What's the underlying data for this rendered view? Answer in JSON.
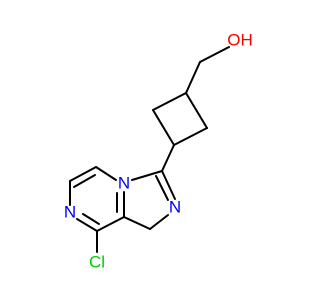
{
  "molecule": {
    "atoms": [
      {
        "id": "O1",
        "label": "OH",
        "color": "#ff0000"
      },
      {
        "id": "N_ring_im",
        "label": "N",
        "color": "#0000ff"
      },
      {
        "id": "N_bridge",
        "label": "N",
        "color": "#0000ff"
      },
      {
        "id": "N_pyrazine",
        "label": "N",
        "color": "#0000ff"
      },
      {
        "id": "Cl1",
        "label": "Cl",
        "color": "#00cc00"
      }
    ],
    "colors": {
      "bond": "#000000",
      "oxygen": "#ff0000",
      "nitrogen": "#0000ff",
      "chlorine": "#00cc00"
    }
  }
}
